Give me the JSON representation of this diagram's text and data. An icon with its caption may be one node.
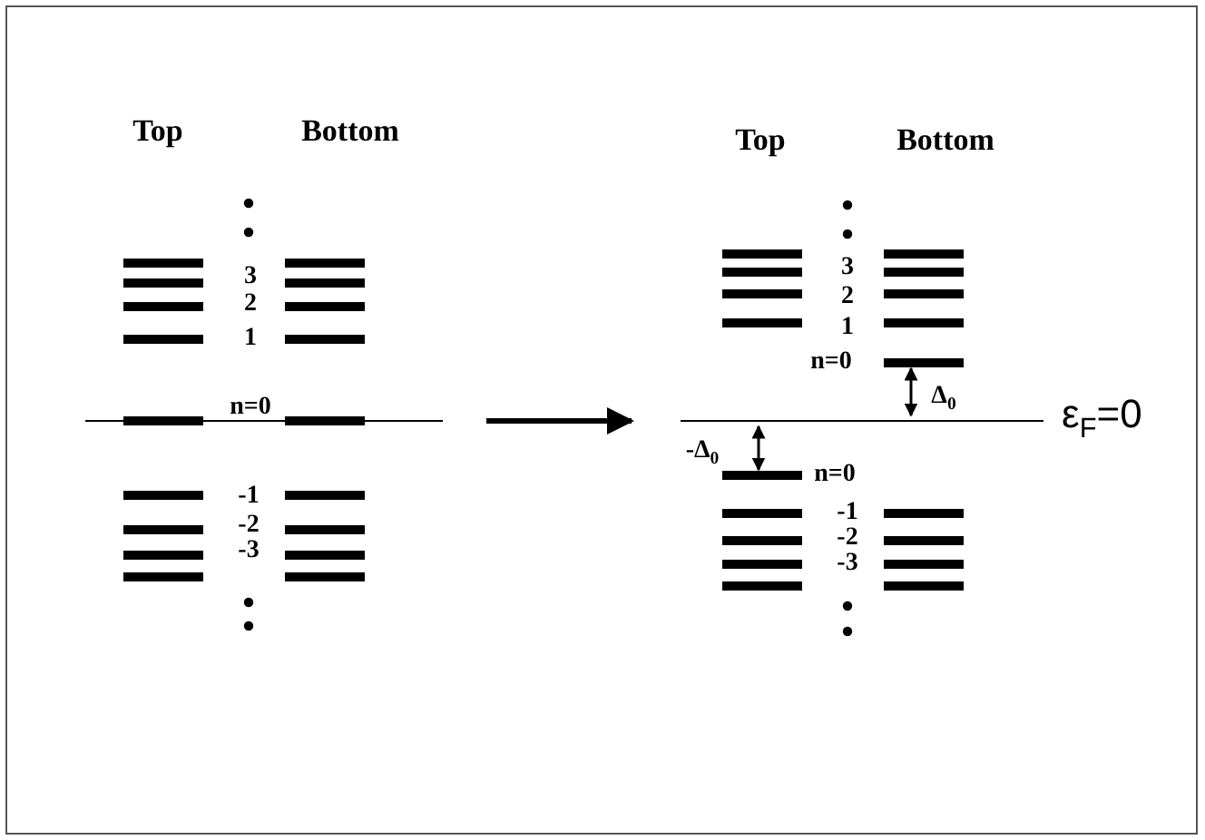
{
  "diagram": {
    "labels": [
      "Top",
      "Bottom",
      "3",
      "2",
      "1",
      "n=0",
      "-1",
      "-2",
      "-3",
      "Top",
      "Bottom",
      "3",
      "2",
      "1",
      "n=0",
      "Δ$_{0}$",
      "ε$_{F}$=0",
      "-Δ$_{0}$",
      "n=0",
      "-1",
      "-2",
      "-3"
    ]
  }
}
